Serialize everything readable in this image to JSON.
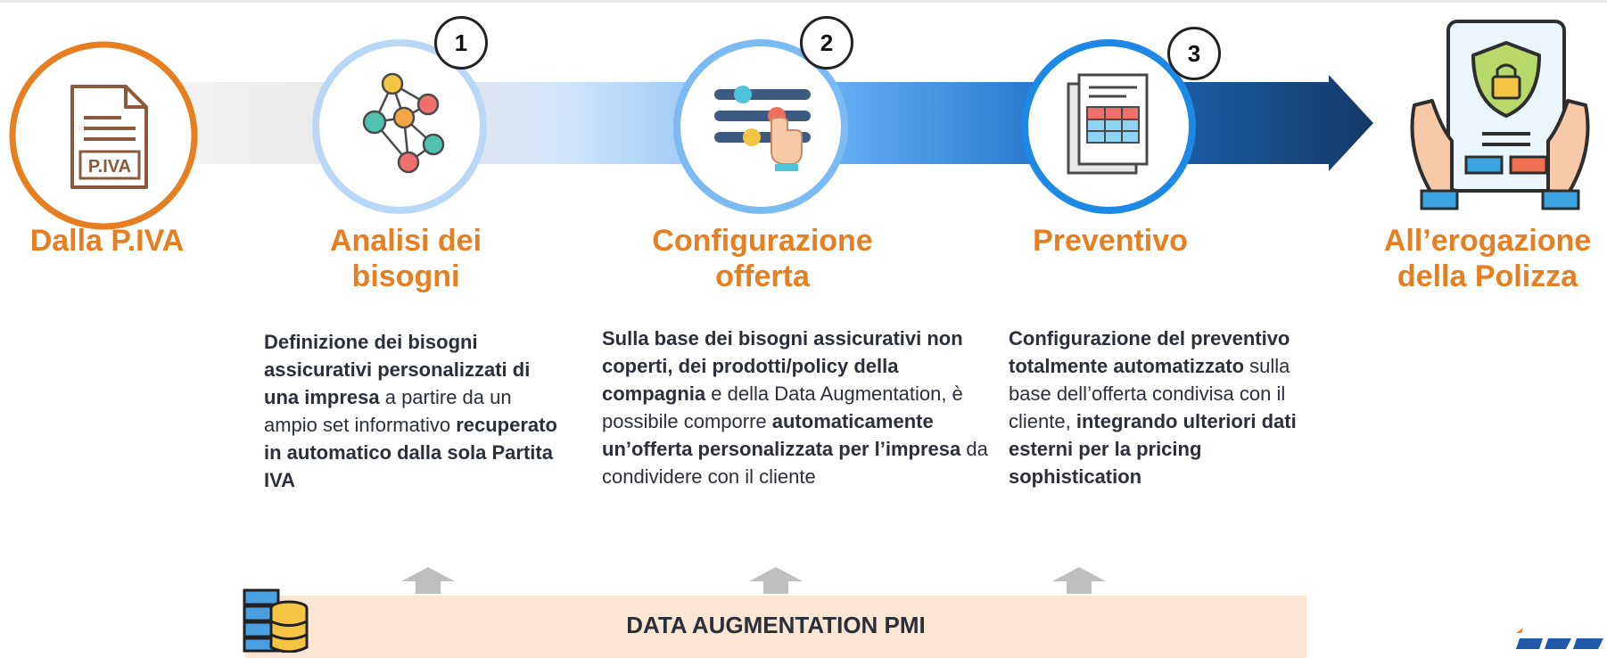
{
  "colors": {
    "accent_orange": "#e67e22",
    "circle_blue_light": "#a9cdf5",
    "circle_blue_mid": "#6fb1f0",
    "circle_blue_dark": "#1e88e5",
    "arrow_dark": "#1a3e6e",
    "band_fill": "#fbe5d3",
    "text_dark": "#2b2f3a"
  },
  "stages": [
    {
      "title_line1": "Dalla P.IVA",
      "title_line2": "",
      "icon": "piva-document-icon",
      "icon_label": "P.IVA"
    },
    {
      "number": "1",
      "title_line1": "Analisi dei",
      "title_line2": "bisogni",
      "icon": "network-nodes-icon",
      "desc": [
        {
          "t": "Definizione dei bisogni assicurativi personalizzati di una impresa",
          "b": true
        },
        {
          "t": " a partire da un ampio set informativo ",
          "b": false
        },
        {
          "t": "recuperato in automatico dalla sola Partita IVA",
          "b": true
        }
      ]
    },
    {
      "number": "2",
      "title_line1": "Configurazione",
      "title_line2": "offerta",
      "icon": "sliders-hand-icon",
      "desc": [
        {
          "t": "Sulla base dei bisogni assicurativi non coperti, dei prodotti/policy della compagnia",
          "b": true
        },
        {
          "t": " e della Data Augmentation, è possibile comporre ",
          "b": false
        },
        {
          "t": "automaticamente un’offerta personalizzata per l’impresa",
          "b": true
        },
        {
          "t": " da condividere con il cliente",
          "b": false
        }
      ]
    },
    {
      "number": "3",
      "title_line1": "Preventivo",
      "title_line2": "",
      "icon": "quote-document-icon",
      "desc": [
        {
          "t": "Configurazione del preventivo totalmente automatizzato",
          "b": true
        },
        {
          "t": " sulla base dell’offerta condivisa con il cliente, ",
          "b": false
        },
        {
          "t": "integrando ulteriori dati esterni per la pricing sophistication",
          "b": true
        }
      ]
    },
    {
      "title_line1": "All’erogazione",
      "title_line2": "della Polizza",
      "icon": "insurance-policy-shield-icon"
    }
  ],
  "band": {
    "title": "DATA AUGMENTATION PMI",
    "icon": "database-servers-icon"
  }
}
